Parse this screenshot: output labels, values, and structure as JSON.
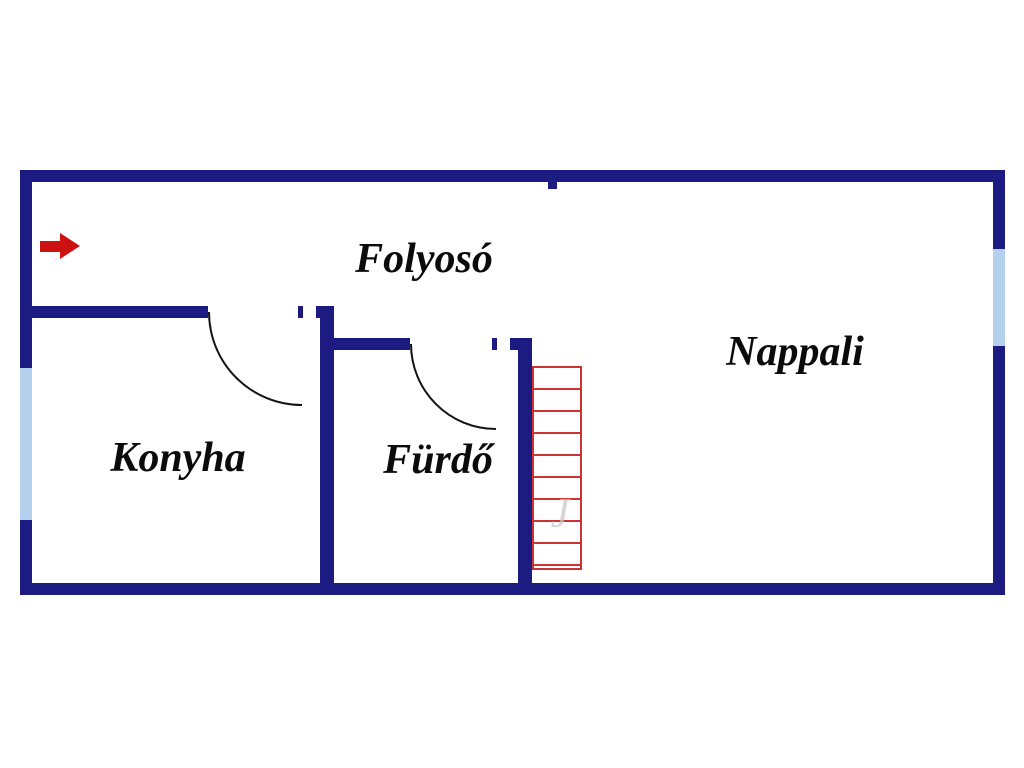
{
  "rooms": {
    "hallway": {
      "label": "Folyosó"
    },
    "living": {
      "label": "Nappali"
    },
    "kitchen": {
      "label": "Konyha"
    },
    "bathroom": {
      "label": "Fürdő"
    }
  },
  "watermark": "J",
  "entrance": {
    "icon": "right-arrow-icon"
  },
  "colors": {
    "wall": "#1b1b82",
    "window": "#b3d1ec",
    "stairs": "#cc3333",
    "arrow": "#cc1111"
  }
}
